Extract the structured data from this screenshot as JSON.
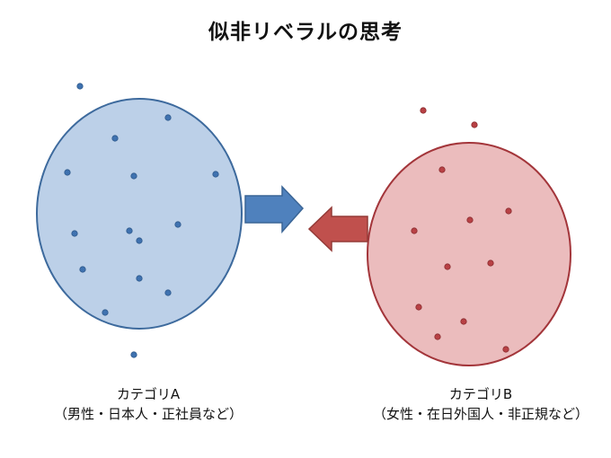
{
  "title": "似非リベラルの思考",
  "colors": {
    "blue_fill": "#bcd0e8",
    "blue_stroke": "#3d6a9d",
    "blue_dot": "#3f72b0",
    "red_fill": "#ebbcbd",
    "red_stroke": "#a3353a",
    "red_dot": "#b84145",
    "blue_arrow": "#4f81bd",
    "red_arrow": "#c0504d"
  },
  "category_a": {
    "name": "カテゴリA",
    "members": "（男性・日本人・正社員など）"
  },
  "category_b": {
    "name": "カテゴリB",
    "members": "（女性・在日外国人・非正規など）"
  },
  "arrows": [
    {
      "name": "arrow-a-to-center",
      "direction": "right",
      "color": "blue"
    },
    {
      "name": "arrow-b-to-center",
      "direction": "left",
      "color": "red"
    }
  ]
}
